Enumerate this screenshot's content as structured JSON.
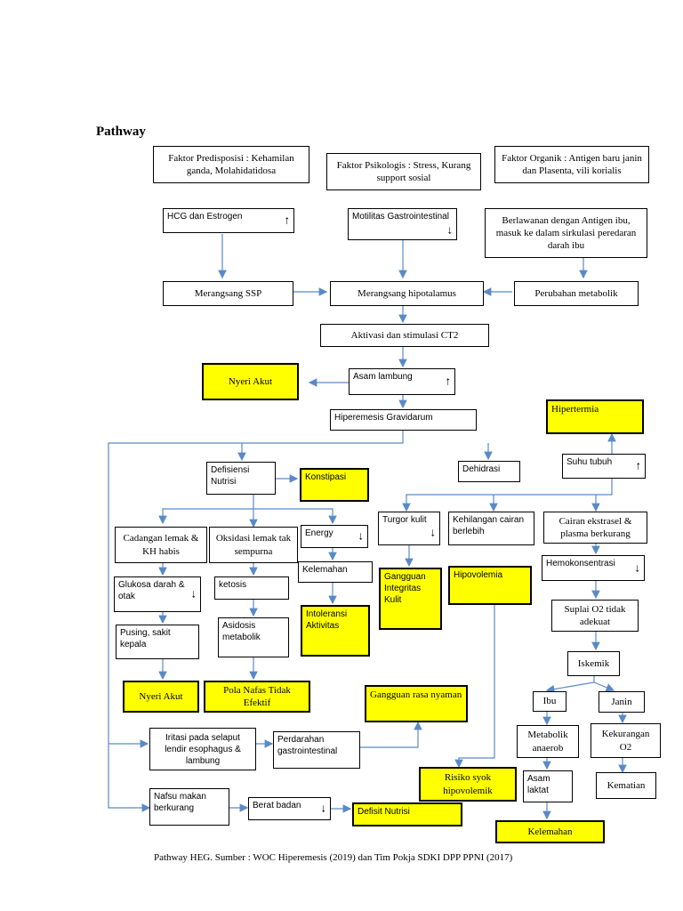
{
  "title": "Pathway",
  "caption": "Pathway HEG. Sumber : WOC Hiperemesis (2019) dan Tim Pokja SDKI DPP PPNI (2017)",
  "colors": {
    "highlight": "#ffff00",
    "arrow": "#5a8ac6"
  },
  "nodes": {
    "faktor_predisposisi": "Faktor Predisposisi : Kehamilan ganda, Molahidatidosa",
    "faktor_psikologis": "Faktor Psikologis : Stress, Kurang support sosial",
    "faktor_organik": "Faktor Organik : Antigen baru janin dan Plasenta, vili korialis",
    "hcg_estrogen": "HCG dan Estrogen",
    "motilitas": "Motilitas Gastrointestinal",
    "berlawanan": "Berlawanan dengan Antigen ibu, masuk ke dalam sirkulasi peredaran darah ibu",
    "merangsang_ssp": "Merangsang SSP",
    "merangsang_hipotalamus": "Merangsang hipotalamus",
    "perubahan_metabolik": "Perubahan metabolik",
    "aktivasi_ct2": "Aktivasi dan stimulasi CT2",
    "nyeri_akut_1": "Nyeri Akut",
    "asam_lambung": "Asam lambung",
    "hiperemesis": "Hiperemesis Gravidarum",
    "hipertermia": "Hipertermia",
    "defisiensi_nutrisi": "Defisiensi Nutrisi",
    "konstipasi": "Konstipasi",
    "dehidrasi": "Dehidrasi",
    "suhu_tubuh": "Suhu tubuh",
    "cadangan_lemak": "Cadangan lemak & KH habis",
    "oksidasi_lemak": "Oksidasi lemak tak sempurna",
    "energy": "Energy",
    "turgor_kulit": "Turgor kulit",
    "kehilangan_cairan": "Kehilangan cairan berlebih",
    "cairan_ekstrasel": "Cairan ekstrasel & plasma berkurang",
    "kelemahan_1": "Kelemahan",
    "glukosa": "Glukosa darah & otak",
    "ketosis": "ketosis",
    "gangguan_integritas": "Gangguan Integritas Kulit",
    "hipovolemia": "Hipovolemia",
    "hemokonsentrasi": "Hemokonsentrasi",
    "intoleransi": "Intoleransi Aktivitas",
    "suplai_o2": "Suplai O2 tidak adekuat",
    "pusing": "Pusing, sakit kepala",
    "asidosis": "Asidosis metabolik",
    "iskemik": "Iskemik",
    "nyeri_akut_2": "Nyeri Akut",
    "pola_nafas": "Pola Nafas Tidak Efektif",
    "gangguan_rasa_nyaman": "Gangguan rasa nyaman",
    "ibu": "Ibu",
    "janin": "Janin",
    "iritasi": "Iritasi pada selaput lendir esophagus & lambung",
    "perdarahan": "Perdarahan gastrointestinal",
    "metabolik_anaerob": "Metabolik anaerob",
    "kekurangan_o2": "Kekurangan O2",
    "risiko_syok": "Risiko syok hipovolemik",
    "asam_laktat": "Asam laktat",
    "kematian": "Kematian",
    "nafsu_makan": "Nafsu makan berkurang",
    "berat_badan": "Berat badan",
    "defisit_nutrisi": "Defisit Nutrisi",
    "kelemahan_2": "Kelemahan"
  },
  "indicators": {
    "up": "↑",
    "down": "↓"
  }
}
